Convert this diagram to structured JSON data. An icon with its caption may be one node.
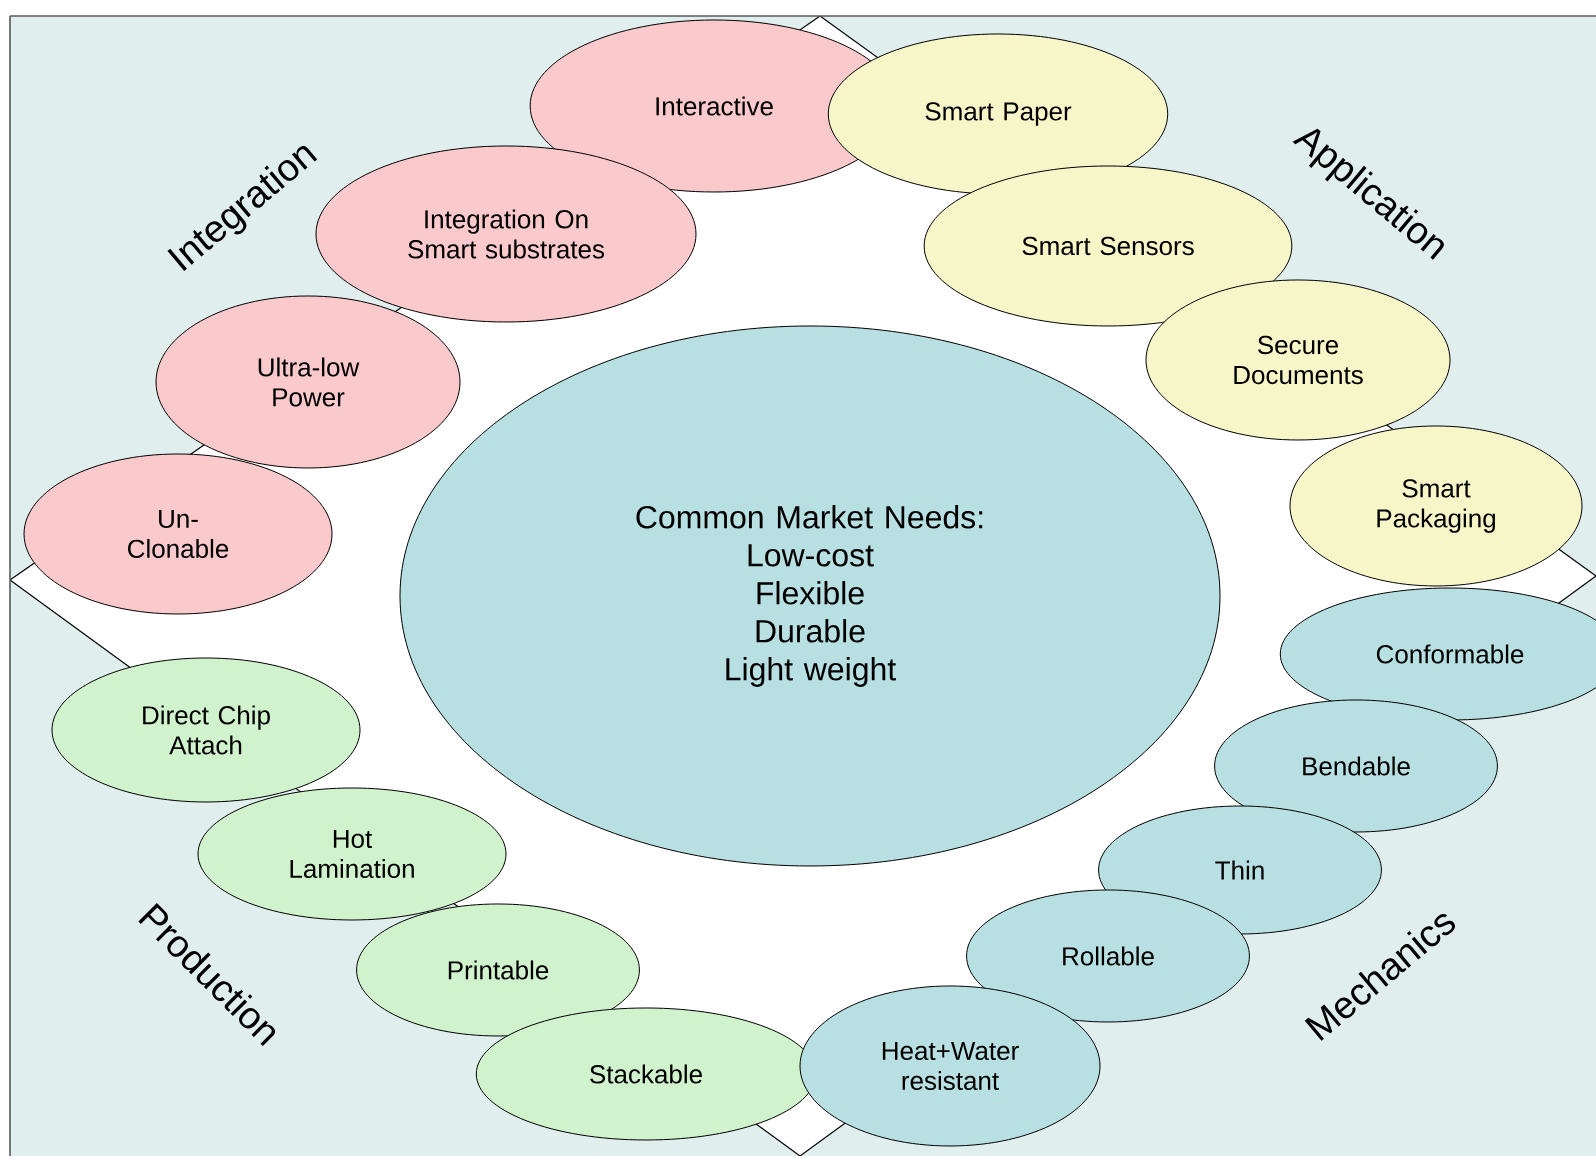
{
  "diagram": {
    "nodes": [
      {
        "text": [
          "Interactive"
        ]
      },
      {
        "text": [
          "Smart Paper"
        ]
      },
      {
        "text": [
          "Integration On Smart substrates"
        ]
      },
      {
        "text": [
          "Smart Sensors"
        ]
      },
      {
        "text": [
          "Ultra-low Power"
        ]
      },
      {
        "text": [
          "Secure Documents"
        ]
      },
      {
        "text": [
          "Un- Clonable"
        ]
      },
      {
        "text": [
          "Smart Packaging"
        ]
      },
      {
        "text": [
          "Common Market Needs:",
          "Low-cost",
          "Flexible",
          "Durable",
          "Light weight"
        ]
      },
      {
        "text": [
          "Conformable"
        ]
      },
      {
        "text": [
          "Direct Chip Attach"
        ]
      },
      {
        "text": [
          "Bendable"
        ]
      },
      {
        "text": [
          "Hot Lamination"
        ]
      },
      {
        "text": [
          "Thin"
        ]
      },
      {
        "text": [
          "Rollable"
        ]
      },
      {
        "text": [
          "Printable"
        ]
      },
      {
        "text": [
          "Stackable"
        ]
      },
      {
        "text": [
          "Heat+Water resistant"
        ]
      }
    ],
    "labels": [
      "Integration",
      "Application",
      "Production",
      "Mechanics"
    ]
  }
}
